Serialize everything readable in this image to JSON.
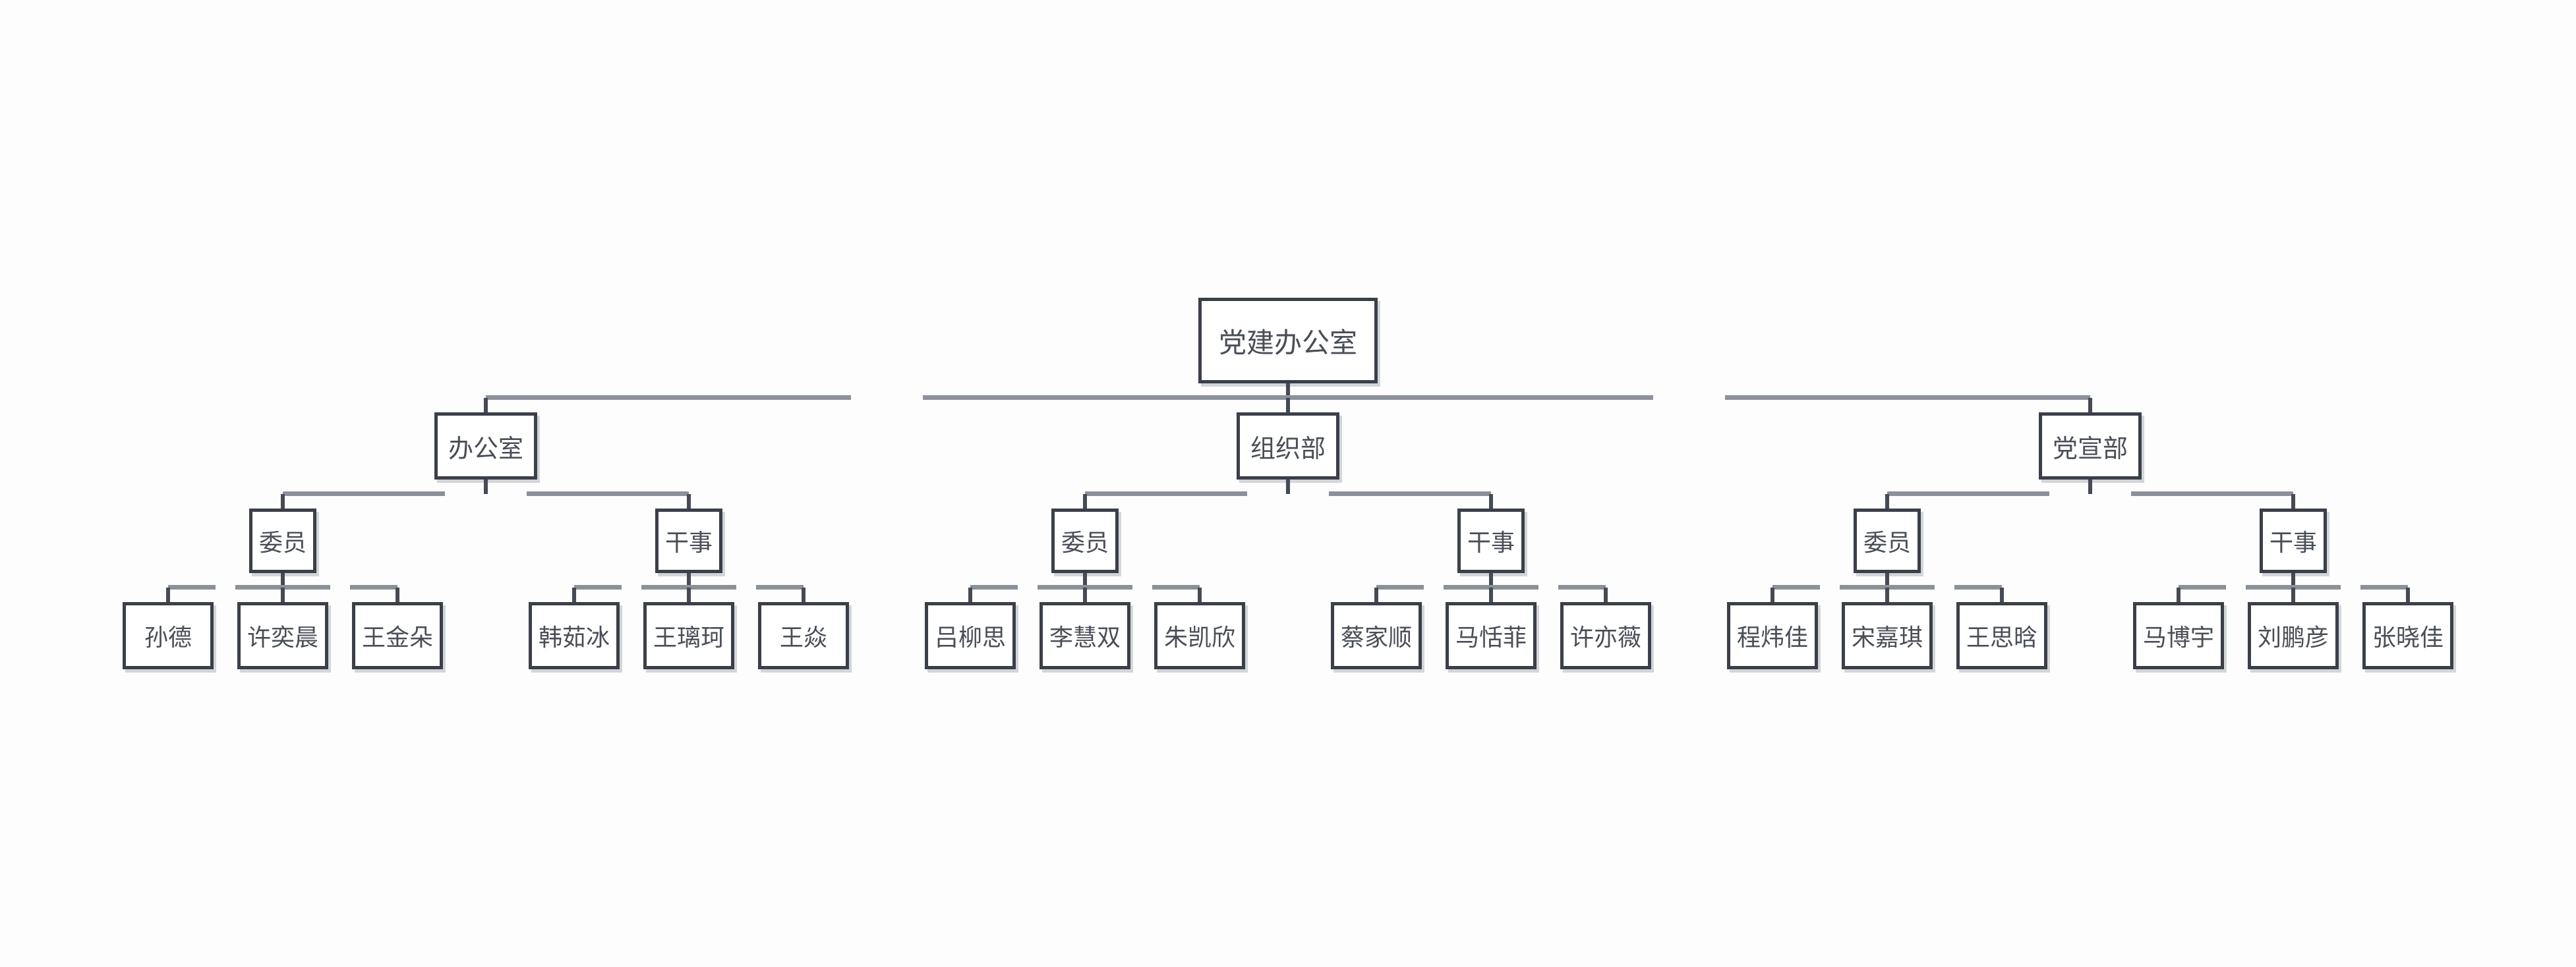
{
  "org_chart": {
    "root": {
      "label": "党建办公室",
      "children": [
        {
          "label": "办公室",
          "children": [
            {
              "label": "委员",
              "children": [
                {
                  "label": "孙德"
                },
                {
                  "label": "许奕晨"
                },
                {
                  "label": "王金朵"
                }
              ]
            },
            {
              "label": "干事",
              "children": [
                {
                  "label": "韩茹冰"
                },
                {
                  "label": "王璃珂"
                },
                {
                  "label": "王焱"
                }
              ]
            }
          ]
        },
        {
          "label": "组织部",
          "children": [
            {
              "label": "委员",
              "children": [
                {
                  "label": "吕柳思"
                },
                {
                  "label": "李慧双"
                },
                {
                  "label": "朱凯欣"
                }
              ]
            },
            {
              "label": "干事",
              "children": [
                {
                  "label": "蔡家顺"
                },
                {
                  "label": "马恬菲"
                },
                {
                  "label": "许亦薇"
                }
              ]
            }
          ]
        },
        {
          "label": "党宣部",
          "children": [
            {
              "label": "委员",
              "children": [
                {
                  "label": "程炜佳"
                },
                {
                  "label": "宋嘉琪"
                },
                {
                  "label": "王思晗"
                }
              ]
            },
            {
              "label": "干事",
              "children": [
                {
                  "label": "马博宇"
                },
                {
                  "label": "刘鹏彦"
                },
                {
                  "label": "张晓佳"
                }
              ]
            }
          ]
        }
      ]
    },
    "colors": {
      "box_border": "#3b3f49",
      "connector_vertical": "#454a54",
      "connector_horizontal": "#8b9199",
      "text": "#4a4e57",
      "background": "#fdfdfd"
    }
  }
}
